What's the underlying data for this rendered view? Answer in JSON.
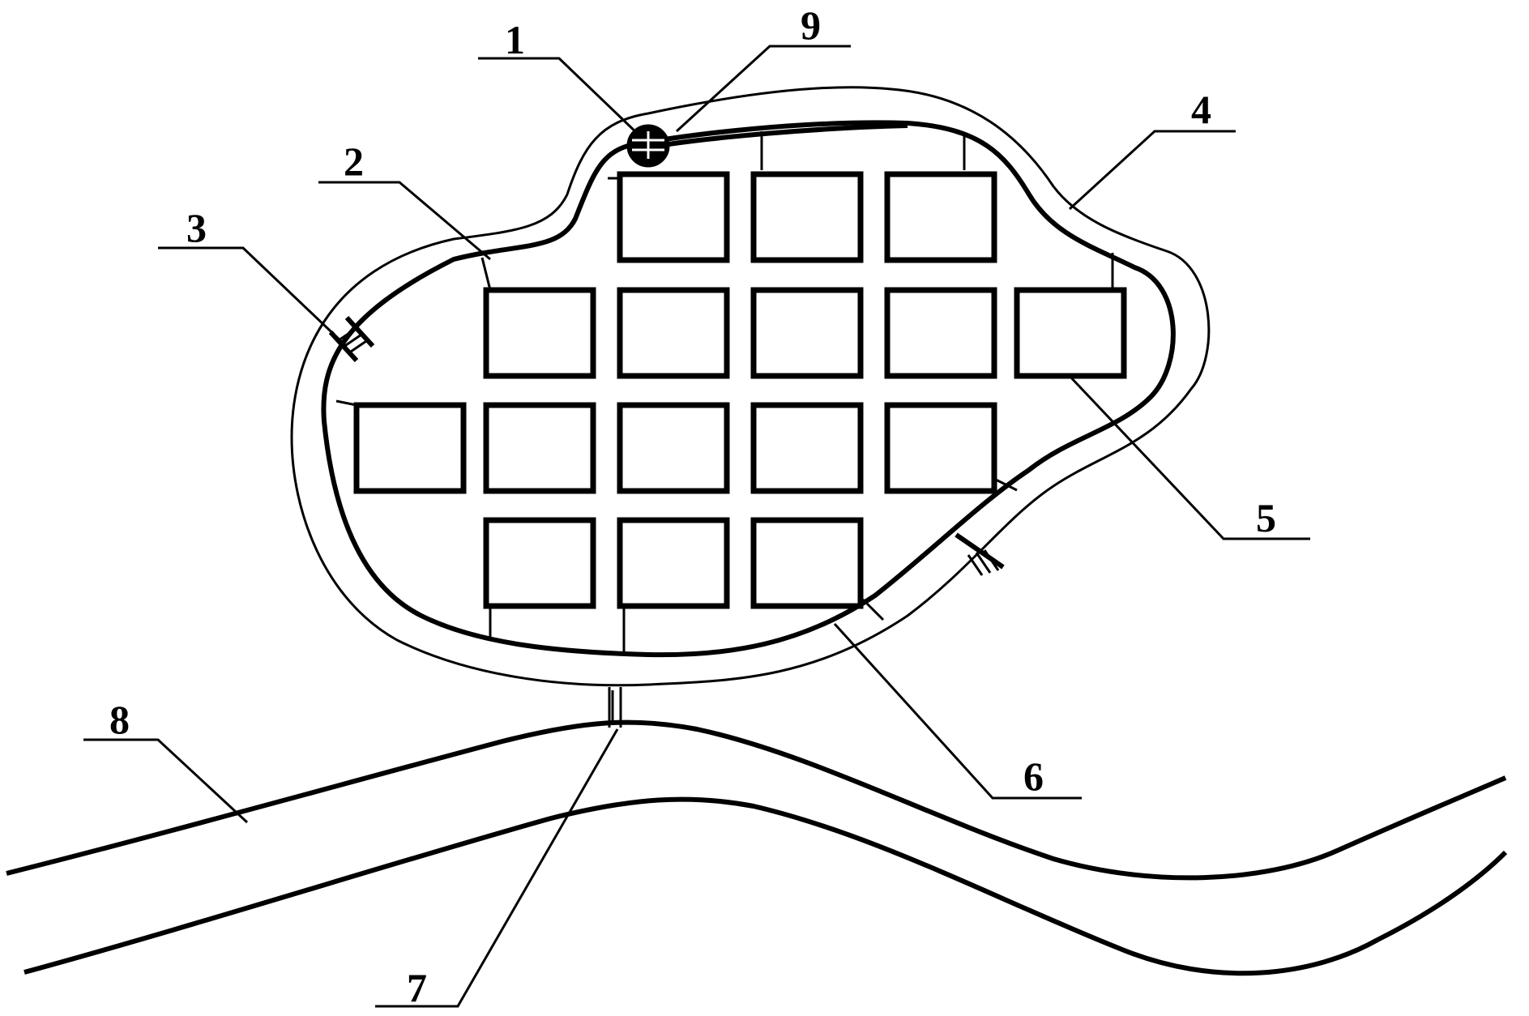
{
  "diagram": {
    "callouts": [
      {
        "id": "1",
        "text": "1"
      },
      {
        "id": "2",
        "text": "2"
      },
      {
        "id": "3",
        "text": "3"
      },
      {
        "id": "4",
        "text": "4"
      },
      {
        "id": "5",
        "text": "5"
      },
      {
        "id": "6",
        "text": "6"
      },
      {
        "id": "7",
        "text": "7"
      },
      {
        "id": "8",
        "text": "8"
      },
      {
        "id": "9",
        "text": "9"
      }
    ],
    "plot_rows": [
      3,
      5,
      5,
      3
    ],
    "colors": {
      "stroke": "#000000",
      "background": "#ffffff"
    }
  }
}
